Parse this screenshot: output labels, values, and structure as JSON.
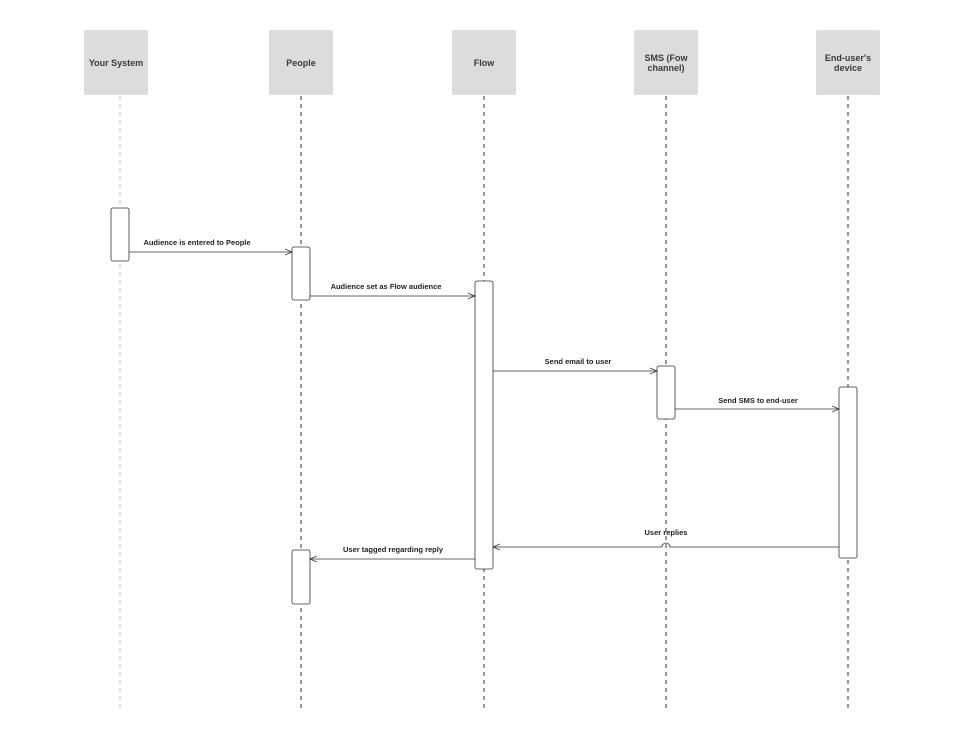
{
  "participants": [
    {
      "id": "system",
      "label": "Your System"
    },
    {
      "id": "people",
      "label": "People"
    },
    {
      "id": "flow",
      "label": "Flow"
    },
    {
      "id": "sms",
      "label": "SMS (Fow channel)"
    },
    {
      "id": "device",
      "label": "End-user's device"
    }
  ],
  "messages": [
    {
      "label": "Audience is entered to People",
      "from": "system",
      "to": "people"
    },
    {
      "label": "Audience set as Flow audience",
      "from": "people",
      "to": "flow"
    },
    {
      "label": "Send email to user",
      "from": "flow",
      "to": "sms"
    },
    {
      "label": "Send SMS to end-user",
      "from": "sms",
      "to": "device"
    },
    {
      "label": "User replies",
      "from": "device",
      "to": "flow"
    },
    {
      "label": "User tagged regarding reply",
      "from": "flow",
      "to": "people"
    }
  ]
}
